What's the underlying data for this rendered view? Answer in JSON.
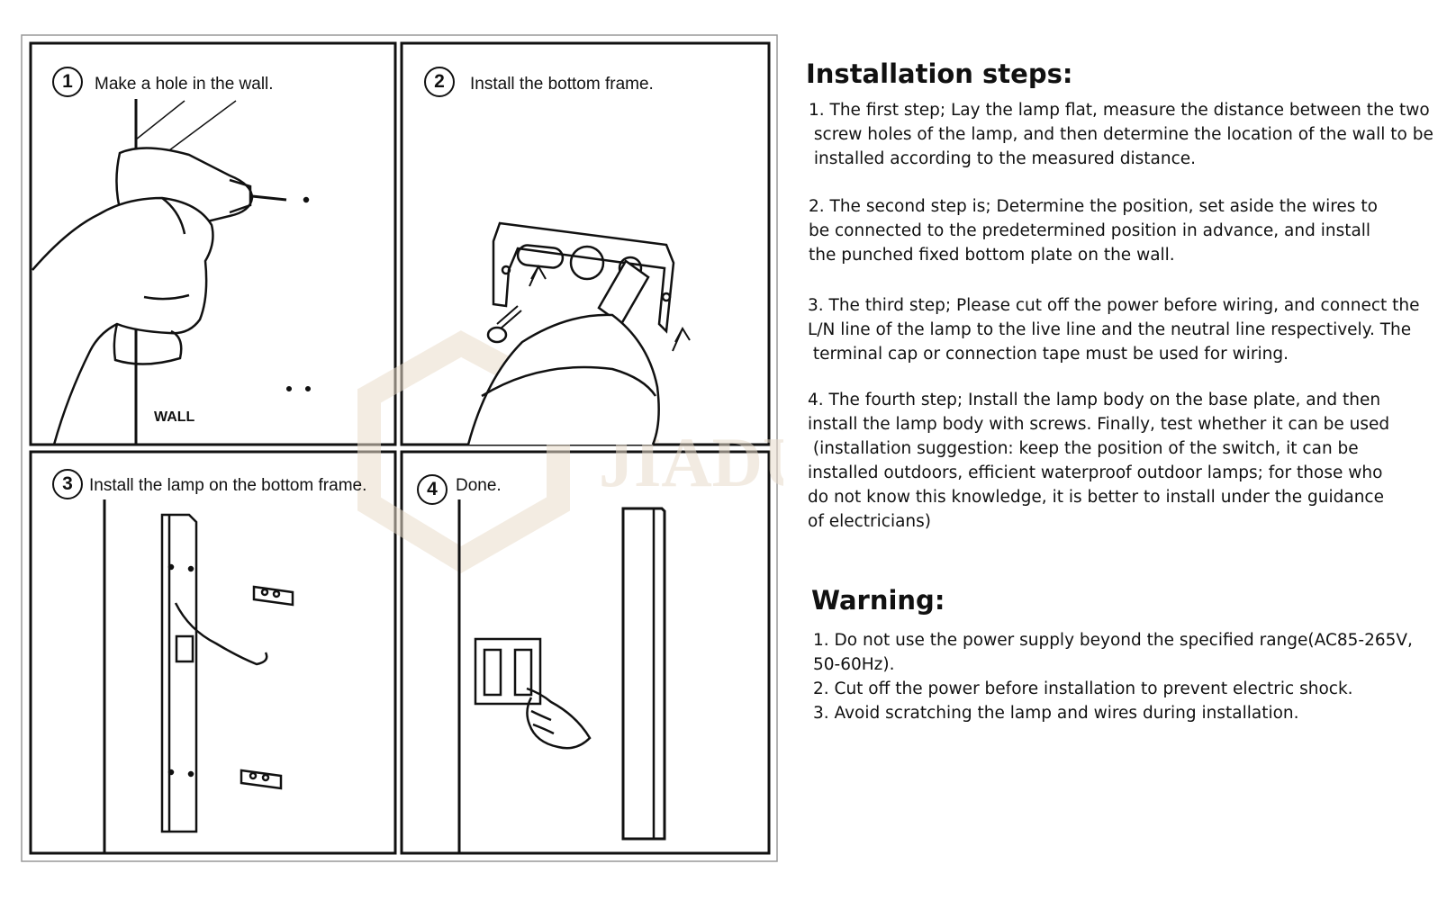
{
  "diagram": {
    "steps": [
      {
        "number": "1",
        "label": "Make a hole in the wall."
      },
      {
        "number": "2",
        "label": "Install the bottom frame."
      },
      {
        "number": "3",
        "label": "Install the lamp on the bottom frame."
      },
      {
        "number": "4",
        "label": "Done."
      }
    ],
    "wall_label": "WALL",
    "watermark": "JIADUYUE"
  },
  "installation": {
    "heading": "Installation steps:",
    "paragraphs": [
      [
        "1. The first step; Lay the lamp flat, measure the distance between the two",
        " screw holes of the lamp, and then determine the location of the wall to be",
        " installed according to the measured distance."
      ],
      [
        "2. The second step is; Determine the position, set aside the wires to",
        "be connected to the predetermined position in advance, and install",
        "the punched fixed bottom plate on the wall."
      ],
      [
        "3. The third step; Please cut off the power before wiring, and connect the",
        "L/N line of the lamp to the live line and the neutral line respectively. The",
        " terminal cap or connection tape must be used for wiring."
      ],
      [
        "4. The fourth step; Install the lamp body on the base plate, and then",
        "install the lamp body with screws. Finally, test whether it can be used",
        " (installation suggestion: keep the position of the switch, it can be",
        "installed outdoors, efficient waterproof outdoor lamps; for those who",
        "do not know this knowledge, it is better to install under the guidance",
        "of electricians)"
      ]
    ]
  },
  "warning": {
    "heading": "Warning:",
    "lines": [
      "1. Do not use the power supply beyond the specified range(AC85-265V,",
      "50-60Hz).",
      "2. Cut off the power before installation to prevent electric shock.",
      "3. Avoid scratching the lamp and wires during installation."
    ]
  },
  "colors": {
    "line": "#111111",
    "watermark": "#e9dccb",
    "background": "#ffffff"
  }
}
